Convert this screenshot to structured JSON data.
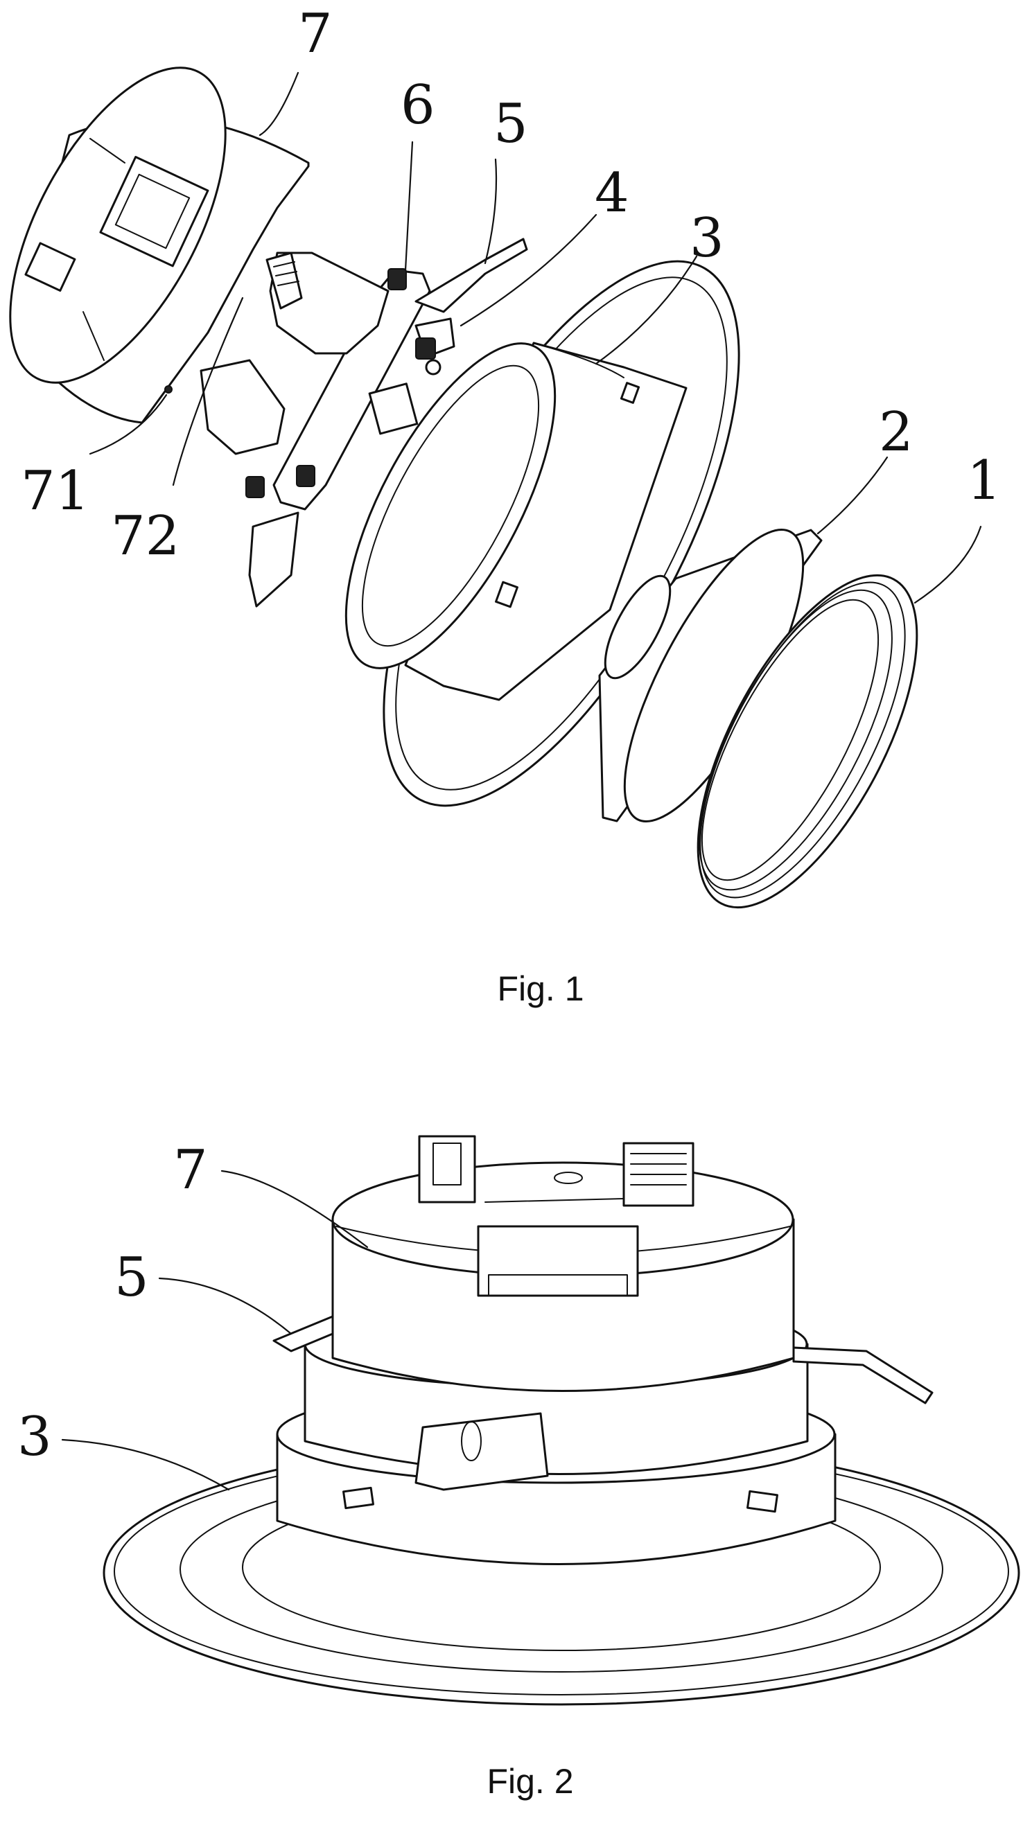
{
  "figures": [
    {
      "caption": "Fig. 1",
      "labels": [
        "7",
        "6",
        "5",
        "4",
        "3",
        "2",
        "1",
        "71",
        "72"
      ]
    },
    {
      "caption": "Fig. 2",
      "labels": [
        "7",
        "5",
        "3"
      ]
    }
  ]
}
